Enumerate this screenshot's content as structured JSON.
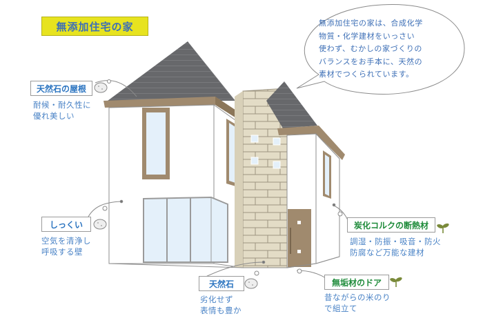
{
  "title": "無添加住宅の家",
  "speech_bubble": {
    "lines": [
      "無添加住宅の家は、合成化学",
      "物質・化学建材をいっさい",
      "使わず、むかしの家づくりの",
      "バランスをお手本に、天然の",
      "素材でつくられています。"
    ]
  },
  "callouts": [
    {
      "label": "天然石の屋根",
      "label_color": "#2b74c0",
      "icon": "stone-icon",
      "desc": [
        "耐候・耐久性に",
        "優れ美しい"
      ]
    },
    {
      "label": "しっくい",
      "label_color": "#2b74c0",
      "icon": "stone-icon",
      "desc": [
        "空気を清浄し",
        "呼吸する壁"
      ]
    },
    {
      "label": "天然石",
      "label_color": "#2b74c0",
      "icon": "stone-icon",
      "desc": [
        "劣化せず",
        "表情も豊か"
      ]
    },
    {
      "label": "炭化コルクの断熱材",
      "label_color": "#1e8b3a",
      "icon": "sprout-icon",
      "desc": [
        "調湿・防振・吸音・防火",
        "防腐など万能な建材"
      ]
    },
    {
      "label": "無垢材のドア",
      "label_color": "#1e8b3a",
      "icon": "sprout-icon",
      "desc": [
        "昔ながらの米のり",
        "で組立て"
      ]
    }
  ],
  "colors": {
    "title_bg": "#e7e31f",
    "title_text": "#3d6fb6",
    "roof": "#67686b",
    "eave": "#a08a6e",
    "stone": "#e3dcc6",
    "window_glass": "#e4f0fa",
    "door": "#a08a6e",
    "text_blue": "#4a83c6",
    "text_green": "#1e8b3a"
  }
}
